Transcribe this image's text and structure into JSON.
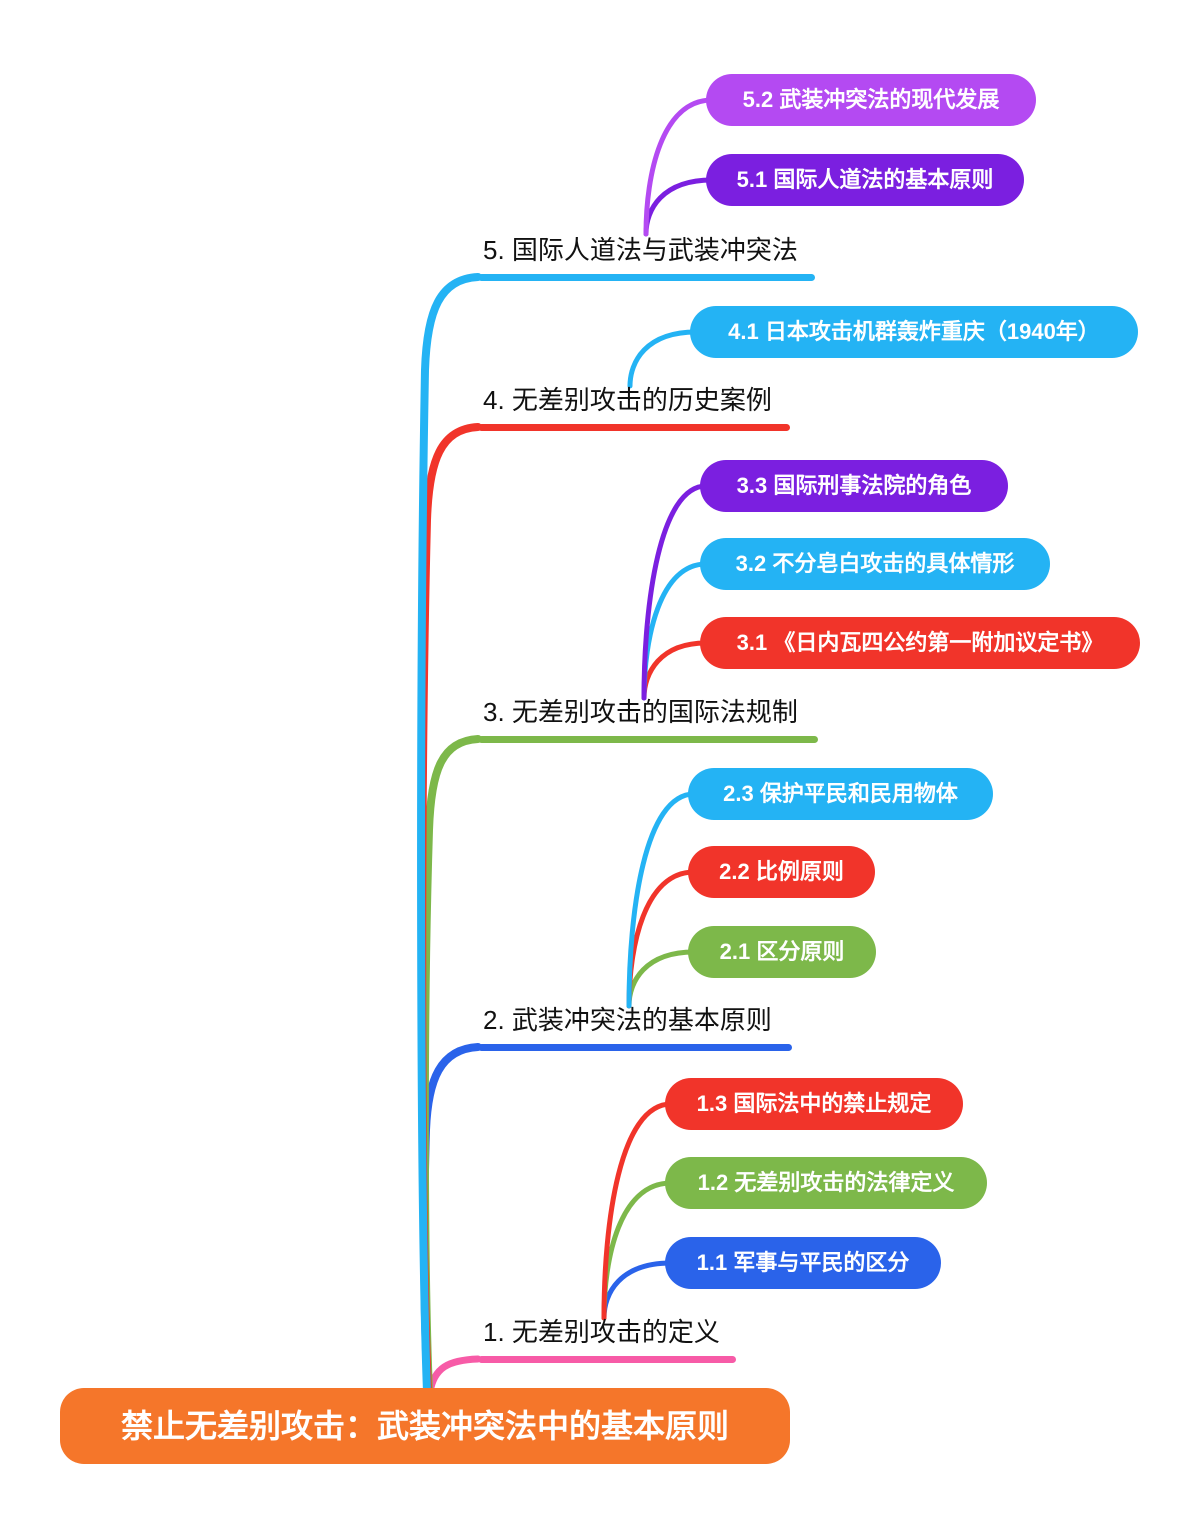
{
  "page": {
    "background": "#ffffff"
  },
  "root": {
    "label": "禁止无差别攻击：武装冲突法中的基本原则",
    "fill": "#f5762a",
    "text_color": "#ffffff"
  },
  "branches": [
    {
      "label": "1. 无差别攻击的定义",
      "color": "#f75ba7",
      "children": [
        {
          "label": "1.1 军事与平民的区分",
          "fill": "#2a63ea"
        },
        {
          "label": "1.2 无差别攻击的法律定义",
          "fill": "#7db84a"
        },
        {
          "label": "1.3 国际法中的禁止规定",
          "fill": "#f1342a"
        }
      ]
    },
    {
      "label": "2. 武装冲突法的基本原则",
      "color": "#2a63ea",
      "children": [
        {
          "label": "2.1 区分原则",
          "fill": "#7db84a"
        },
        {
          "label": "2.2 比例原则",
          "fill": "#f1342a"
        },
        {
          "label": "2.3 保护平民和民用物体",
          "fill": "#24b3f4"
        }
      ]
    },
    {
      "label": "3. 无差别攻击的国际法规制",
      "color": "#7db84a",
      "children": [
        {
          "label": "3.1 《日内瓦四公约第一附加议定书》",
          "fill": "#f1342a"
        },
        {
          "label": "3.2 不分皂白攻击的具体情形",
          "fill": "#24b3f4"
        },
        {
          "label": "3.3 国际刑事法院的角色",
          "fill": "#7b1fe0"
        }
      ]
    },
    {
      "label": "4. 无差别攻击的历史案例",
      "color": "#f1342a",
      "children": [
        {
          "label": "4.1 日本攻击机群轰炸重庆（1940年）",
          "fill": "#24b3f4"
        }
      ]
    },
    {
      "label": "5. 国际人道法与武装冲突法",
      "color": "#24b3f4",
      "children": [
        {
          "label": "5.1 国际人道法的基本原则",
          "fill": "#7b1fe0"
        },
        {
          "label": "5.2 武装冲突法的现代发展",
          "fill": "#b44af2"
        }
      ]
    }
  ]
}
